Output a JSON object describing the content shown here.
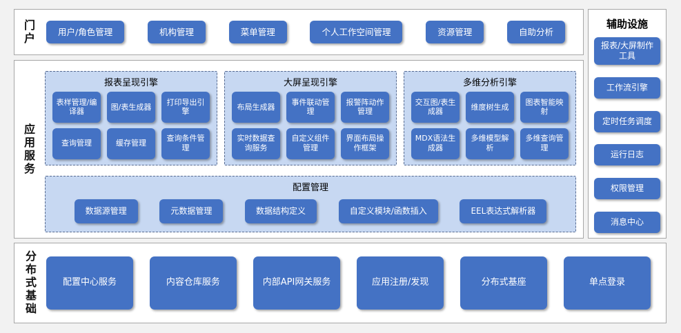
{
  "colors": {
    "button_blue": "#4472c4",
    "group_fill": "#c7d8f2",
    "group_dashed_border": "#55698f",
    "panel_border": "#a6a6a6",
    "page_background": "#f2f2f2"
  },
  "portal": {
    "label": "门户",
    "items": [
      "用户/角色管理",
      "机构管理",
      "菜单管理",
      "个人工作空间管理",
      "资源管理",
      "自助分析"
    ]
  },
  "app_services": {
    "label": "应用服务",
    "engines": [
      {
        "title": "报表呈现引擎",
        "items": [
          "表样管理/编译器",
          "图/表生成器",
          "打印导出引擎",
          "查询管理",
          "缓存管理",
          "查询条件管理"
        ]
      },
      {
        "title": "大屏呈现引擎",
        "items": [
          "布局生成器",
          "事件联动管理",
          "报警阵动作管理",
          "实时数据查询服务",
          "自定义组件管理",
          "界面布局操作框架"
        ]
      },
      {
        "title": "多维分析引擎",
        "items": [
          "交互图/表生成器",
          "维度树生成",
          "图表智能映射",
          "MDX语法生成器",
          "多维模型解析",
          "多维查询管理"
        ]
      }
    ],
    "config": {
      "title": "配置管理",
      "items": [
        "数据源管理",
        "元数据管理",
        "数据结构定义",
        "自定义模块/函数插入",
        "EEL表达式解析器"
      ]
    }
  },
  "foundation": {
    "label": "分布式基础",
    "items": [
      "配置中心服务",
      "内容仓库服务",
      "内部API网关服务",
      "应用注册/发现",
      "分布式基座",
      "单点登录"
    ]
  },
  "auxiliary": {
    "title": "辅助设施",
    "items": [
      "报表/大屏制作工具",
      "工作流引擎",
      "定时任务调度",
      "运行日志",
      "权限管理",
      "消息中心"
    ]
  }
}
